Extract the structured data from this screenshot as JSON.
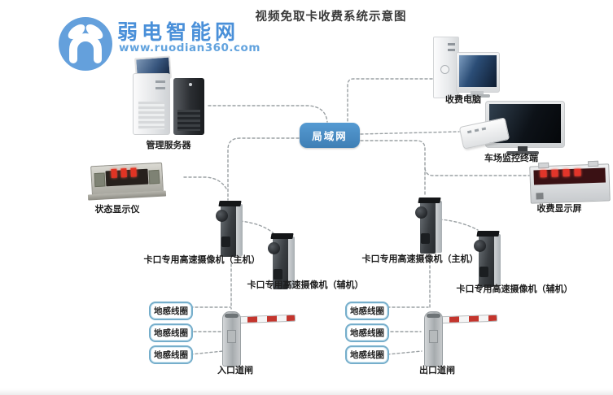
{
  "title": "视频免取卡收费系统示意图",
  "watermark": {
    "site_name": "弱电智能网",
    "site_url": "www.ruodian360.com"
  },
  "lan": {
    "label": "局域网"
  },
  "devices": {
    "management_server": "管理服务器",
    "status_display": "状态显示仪",
    "toll_computer": "收费电脑",
    "parking_monitor_terminal": "车场监控终端",
    "toll_display_screen": "收费显示屏",
    "entrance_gate": "入口道闸",
    "exit_gate": "出口道闸"
  },
  "cameras": {
    "main": "卡口专用高速摄像机（主机）",
    "aux": "卡口专用高速摄像机（辅机）"
  },
  "coil": "地感线圈",
  "colors": {
    "lan_blue": "#4a8ec6",
    "logo_blue": "#4a90d9",
    "line_gray": "#9aa0a3",
    "coil_border": "#76aecb",
    "led_red": "#e03424"
  }
}
